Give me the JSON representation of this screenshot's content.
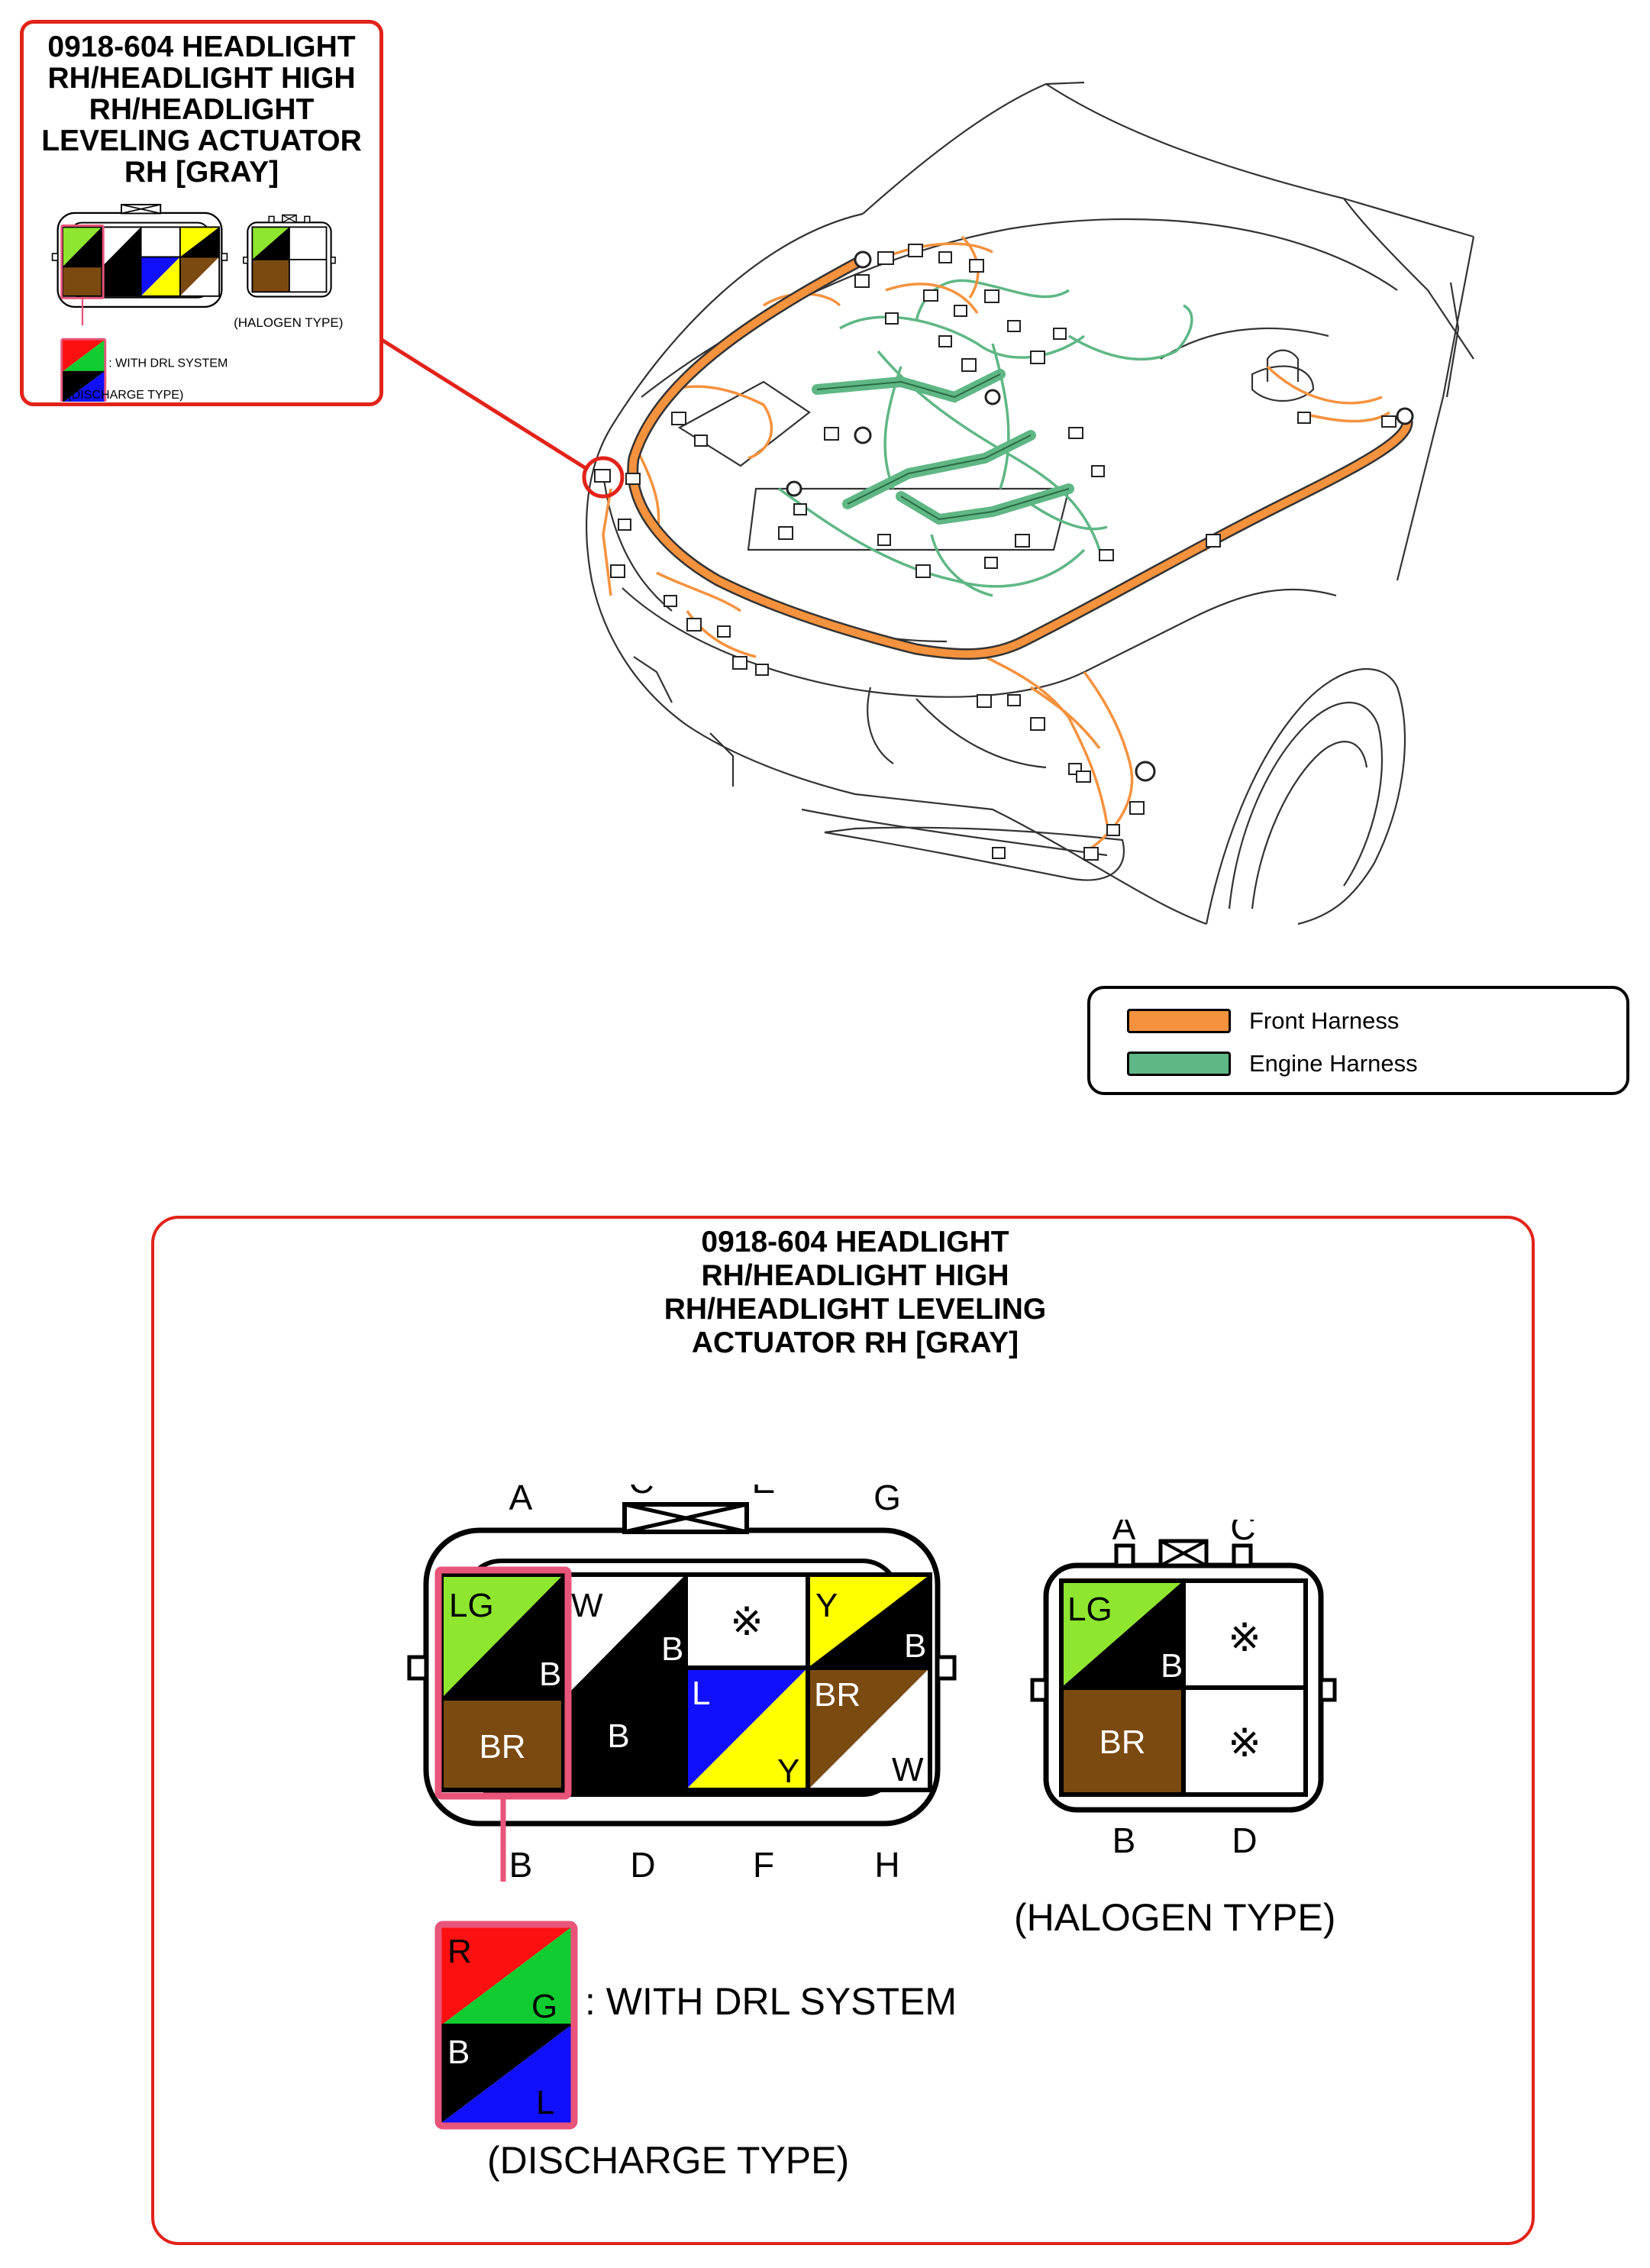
{
  "connector": {
    "title_lines": [
      "0918-604 HEADLIGHT",
      "RH/HEADLIGHT HIGH",
      "RH/HEADLIGHT LEVELING",
      "ACTUATOR RH [GRAY]"
    ],
    "inset_title_lines": [
      "0918-604 HEADLIGHT",
      "RH/HEADLIGHT HIGH",
      "RH/HEADLIGHT",
      "LEVELING ACTUATOR",
      "RH [GRAY]"
    ],
    "discharge": {
      "top_letters": {
        "a": "A",
        "c": "C",
        "e": "E",
        "g": "G"
      },
      "bottom_letters": {
        "b": "B",
        "d": "D",
        "f": "F",
        "h": "H"
      },
      "pins": {
        "a_wire": {
          "top": "LG",
          "bottom": "B"
        },
        "b_wire": "BR",
        "c_wire": {
          "top": "W",
          "bottom": "B"
        },
        "d_wire": "B",
        "e_wire": "※",
        "f_wire": {
          "top": "L",
          "bottom": "Y"
        },
        "g_wire": {
          "top": "Y",
          "bottom": "B"
        },
        "h_wire": {
          "top": "BR",
          "bottom": "W"
        }
      },
      "drl_pin": {
        "tl": "R",
        "tr": "G",
        "bl": "B",
        "br": "L"
      },
      "drl_note": ": WITH DRL SYSTEM",
      "type_label": "(DISCHARGE TYPE)"
    },
    "halogen": {
      "top_letters": {
        "a": "A",
        "c": "C"
      },
      "bottom_letters": {
        "b": "B",
        "d": "D"
      },
      "pins": {
        "a_wire": {
          "top": "LG",
          "bottom": "B"
        },
        "b_wire": "BR",
        "c_wire": "※",
        "d_wire": "※"
      },
      "type_label": "(HALOGEN TYPE)"
    }
  },
  "legend": [
    {
      "label": "Front Harness",
      "color": "#f5923e"
    },
    {
      "label": "Engine Harness",
      "color": "#5fb785"
    }
  ],
  "colors": {
    "callout_red": "#e2231a",
    "pink_highlight": "#e8547a",
    "front_harness": "#f5923e",
    "engine_harness": "#5fb785",
    "LG": "#8ee62f",
    "B": "#000000",
    "BR": "#7b4a10",
    "W": "#ffffff",
    "Y": "#ffff00",
    "L": "#1010ff",
    "R": "#ff1010",
    "G": "#10cc30"
  }
}
